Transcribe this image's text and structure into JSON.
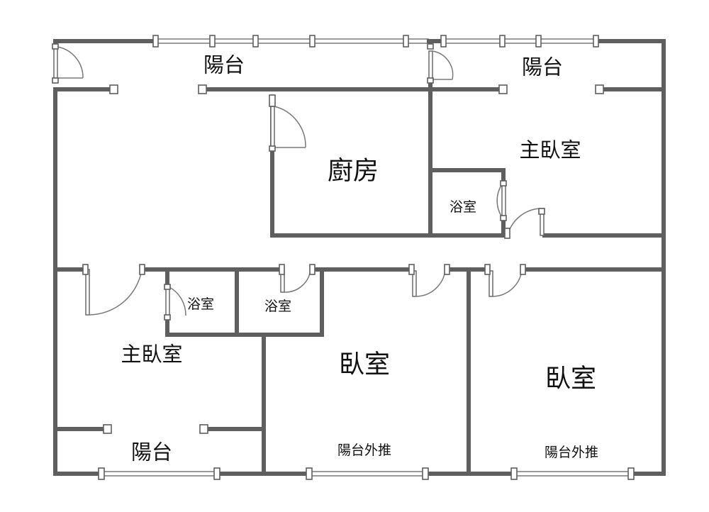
{
  "rooms": {
    "balcony_top_left": "陽台",
    "balcony_top_right": "陽台",
    "kitchen": "廚房",
    "master_bedroom_right": "主臥室",
    "bath_right": "浴室",
    "bath_left_1": "浴室",
    "bath_left_2": "浴室",
    "master_bedroom_left": "主臥室",
    "bedroom_center": "臥室",
    "bedroom_right": "臥室",
    "balcony_bottom_left": "陽台",
    "balcony_ext_center": "陽台外推",
    "balcony_ext_right": "陽台外推"
  },
  "colors": {
    "wall": "#5f5f5f",
    "text": "#111111",
    "background": "#ffffff"
  }
}
